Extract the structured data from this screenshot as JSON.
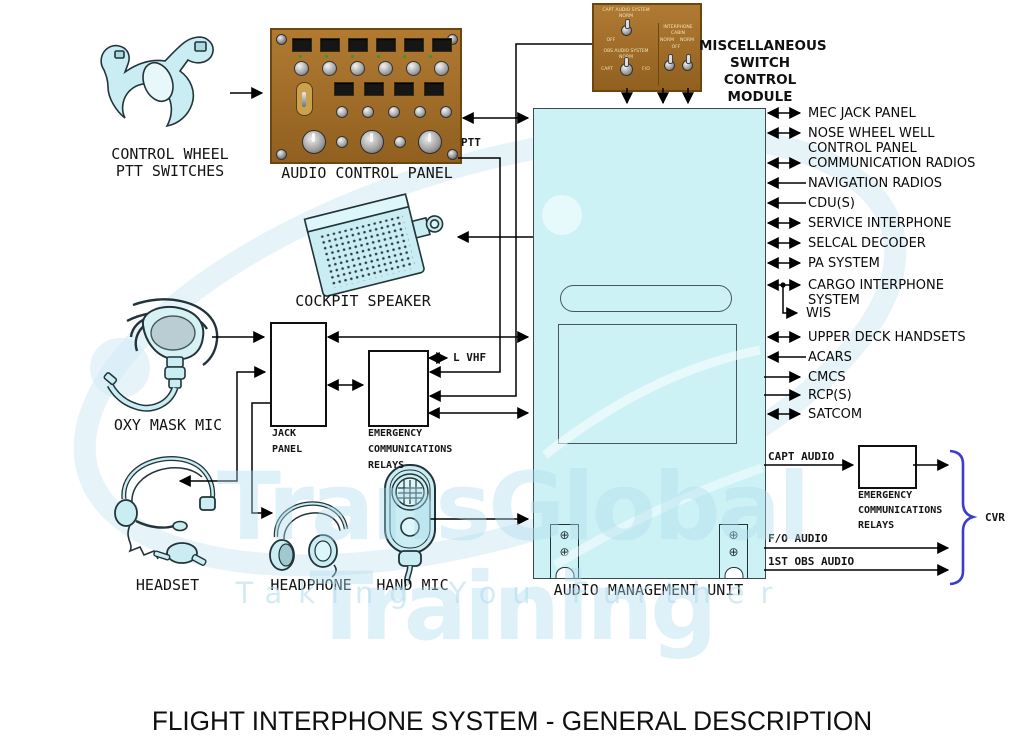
{
  "title": "FLIGHT INTERPHONE SYSTEM - GENERAL DESCRIPTION",
  "watermark": {
    "brand": "TransGlobal Training",
    "slogan": "Taking You Further"
  },
  "components": {
    "control_wheel": {
      "line1": "CONTROL WHEEL",
      "line2": "PTT SWITCHES"
    },
    "acp": {
      "label": "AUDIO CONTROL PANEL"
    },
    "misc_module": {
      "line1": "MISCELLANEOUS",
      "line2": "SWITCH CONTROL",
      "line3": "MODULE",
      "panel": {
        "capt_audio_system": "CAPT AUDIO SYSTEM",
        "norm": "NORM",
        "off": "OFF",
        "obs_audio_system": "OBS AUDIO SYSTEM",
        "capt": "CAPT",
        "fo": "F/O",
        "interphone": "INTERPHONE",
        "cabin": "CABIN"
      }
    },
    "cockpit_speaker": {
      "label": "COCKPIT SPEAKER"
    },
    "oxy_mask": {
      "label": "OXY MASK MIC"
    },
    "jack_panel": {
      "line1": "JACK",
      "line2": "PANEL"
    },
    "emergency_relays_left": {
      "line1": "EMERGENCY",
      "line2": "COMMUNICATIONS",
      "line3": "RELAYS"
    },
    "headset": {
      "label": "HEADSET"
    },
    "headphone": {
      "label": "HEADPHONE"
    },
    "hand_mic": {
      "label": "HAND MIC"
    },
    "amu": {
      "label": "AUDIO MANAGEMENT UNIT"
    },
    "emergency_relays_right": {
      "line1": "EMERGENCY",
      "line2": "COMMUNICATIONS",
      "line3": "RELAYS"
    }
  },
  "wire_labels": {
    "ptt": "PTT",
    "l_vhf": "L VHF"
  },
  "outputs": {
    "capt_audio": "CAPT AUDIO",
    "fo_audio": "F/O AUDIO",
    "first_obs_audio": "1ST OBS AUDIO",
    "cvr": "CVR"
  },
  "peripherals": [
    {
      "line1": "MEC JACK PANEL",
      "arrow": "both"
    },
    {
      "line1": "NOSE WHEEL WELL",
      "line2": "CONTROL PANEL",
      "arrow": "both"
    },
    {
      "line1": "COMMUNICATION RADIOS",
      "arrow": "both"
    },
    {
      "line1": "NAVIGATION RADIOS",
      "arrow": "in"
    },
    {
      "line1": "CDU(S)",
      "arrow": "in"
    },
    {
      "line1": "SERVICE INTERPHONE",
      "arrow": "both"
    },
    {
      "line1": "SELCAL DECODER",
      "arrow": "both"
    },
    {
      "line1": "PA SYSTEM",
      "arrow": "both"
    },
    {
      "line1": "CARGO INTERPHONE",
      "line2": "SYSTEM",
      "arrow": "both"
    },
    {
      "line1": "WIS",
      "arrow": "out"
    },
    {
      "line1": "UPPER DECK HANDSETS",
      "arrow": "both"
    },
    {
      "line1": "ACARS",
      "arrow": "in"
    },
    {
      "line1": "CMCS",
      "arrow": "out"
    },
    {
      "line1": "RCP(S)",
      "arrow": "out"
    },
    {
      "line1": "SATCOM",
      "arrow": "both"
    }
  ],
  "colors": {
    "unit_cyan": "#cdf2f6",
    "panel_brown": "#a5702e",
    "cvr_brace": "#3d3dcb",
    "line": "#000000"
  }
}
